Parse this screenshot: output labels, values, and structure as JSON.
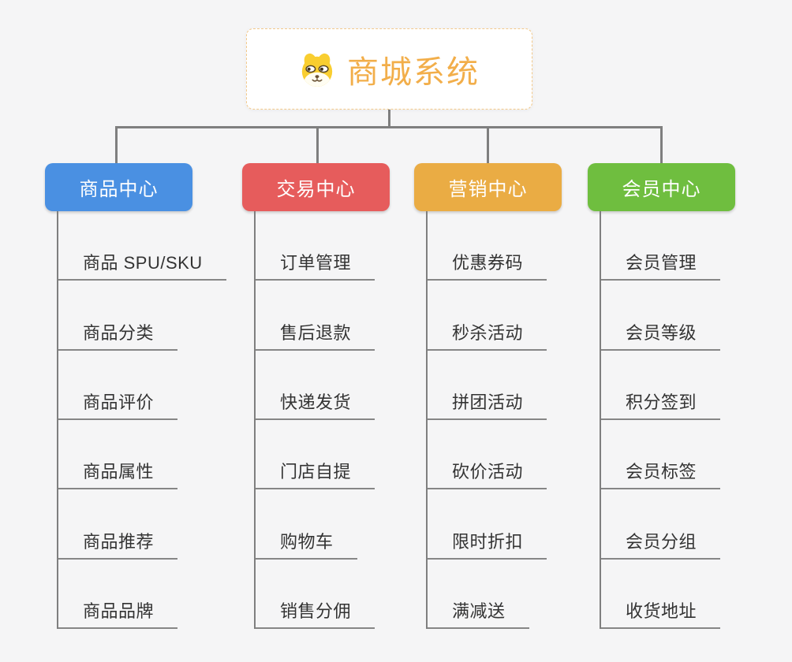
{
  "canvas": {
    "background_color": "#f5f5f6",
    "connector_color": "#7f7f7f",
    "leaf_underline_color": "#868686",
    "leaf_text_color": "#333333"
  },
  "root": {
    "label": "商城系统",
    "icon": "dog-face-icon",
    "text_color": "#f2ae4a",
    "border_color": "#f3c98b",
    "background_color": "#ffffff"
  },
  "branches": [
    {
      "label": "商品中心",
      "color": "#4a90e2",
      "children": [
        "商品 SPU/SKU",
        "商品分类",
        "商品评价",
        "商品属性",
        "商品推荐",
        "商品品牌"
      ]
    },
    {
      "label": "交易中心",
      "color": "#e65c5c",
      "children": [
        "订单管理",
        "售后退款",
        "快递发货",
        "门店自提",
        "购物车",
        "销售分佣"
      ]
    },
    {
      "label": "营销中心",
      "color": "#eaac44",
      "children": [
        "优惠券码",
        "秒杀活动",
        "拼团活动",
        "砍价活动",
        "限时折扣",
        "满减送"
      ]
    },
    {
      "label": "会员中心",
      "color": "#6fbe3f",
      "children": [
        "会员管理",
        "会员等级",
        "积分签到",
        "会员标签",
        "会员分组",
        "收货地址"
      ]
    }
  ]
}
